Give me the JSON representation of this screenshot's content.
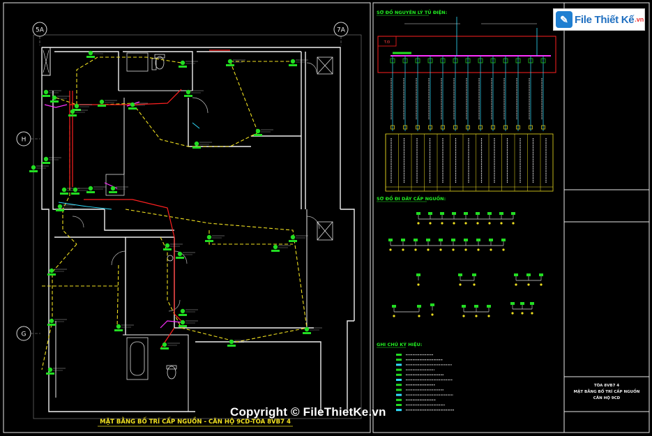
{
  "grid_labels": {
    "col_5a": "5A",
    "col_7a": "7A",
    "row_h": "H",
    "row_g": "G"
  },
  "plan_title": "MẶT BẰNG BỐ TRÍ CẤP NGUỒN - CĂN HỘ 9CD-TÒA 8VB7 4",
  "schematic_section_title": "SƠ ĐỒ NGUYÊN LÝ TỦ ĐIỆN:",
  "cable_section_title": "SƠ ĐỒ ĐI DÂY CẤP NGUỒN:",
  "legend_section_title": "GHI CHÚ KÝ HIỆU:",
  "panel_label": "T.Đ",
  "title_block": {
    "line1": "TÒA 8VB7 4",
    "line2": "MẶT BẰNG BỐ TRÍ CẤP NGUỒN",
    "line3": "CĂN HỘ 9CD"
  },
  "watermark": {
    "brand": "File Thiết Kế",
    "tld": ".vn",
    "copyright": "Copyright © FileThietKe.vn"
  },
  "colors": {
    "background": "#000000",
    "wall": "#ffffff",
    "red_cable": "#ff2020",
    "yellow_cable": "#f0e020",
    "green_symbol": "#22dd22",
    "magenta": "#ff30ff",
    "cyan": "#30e0ff",
    "title_yellow": "#f0e020",
    "title_green": "#22ee22"
  }
}
